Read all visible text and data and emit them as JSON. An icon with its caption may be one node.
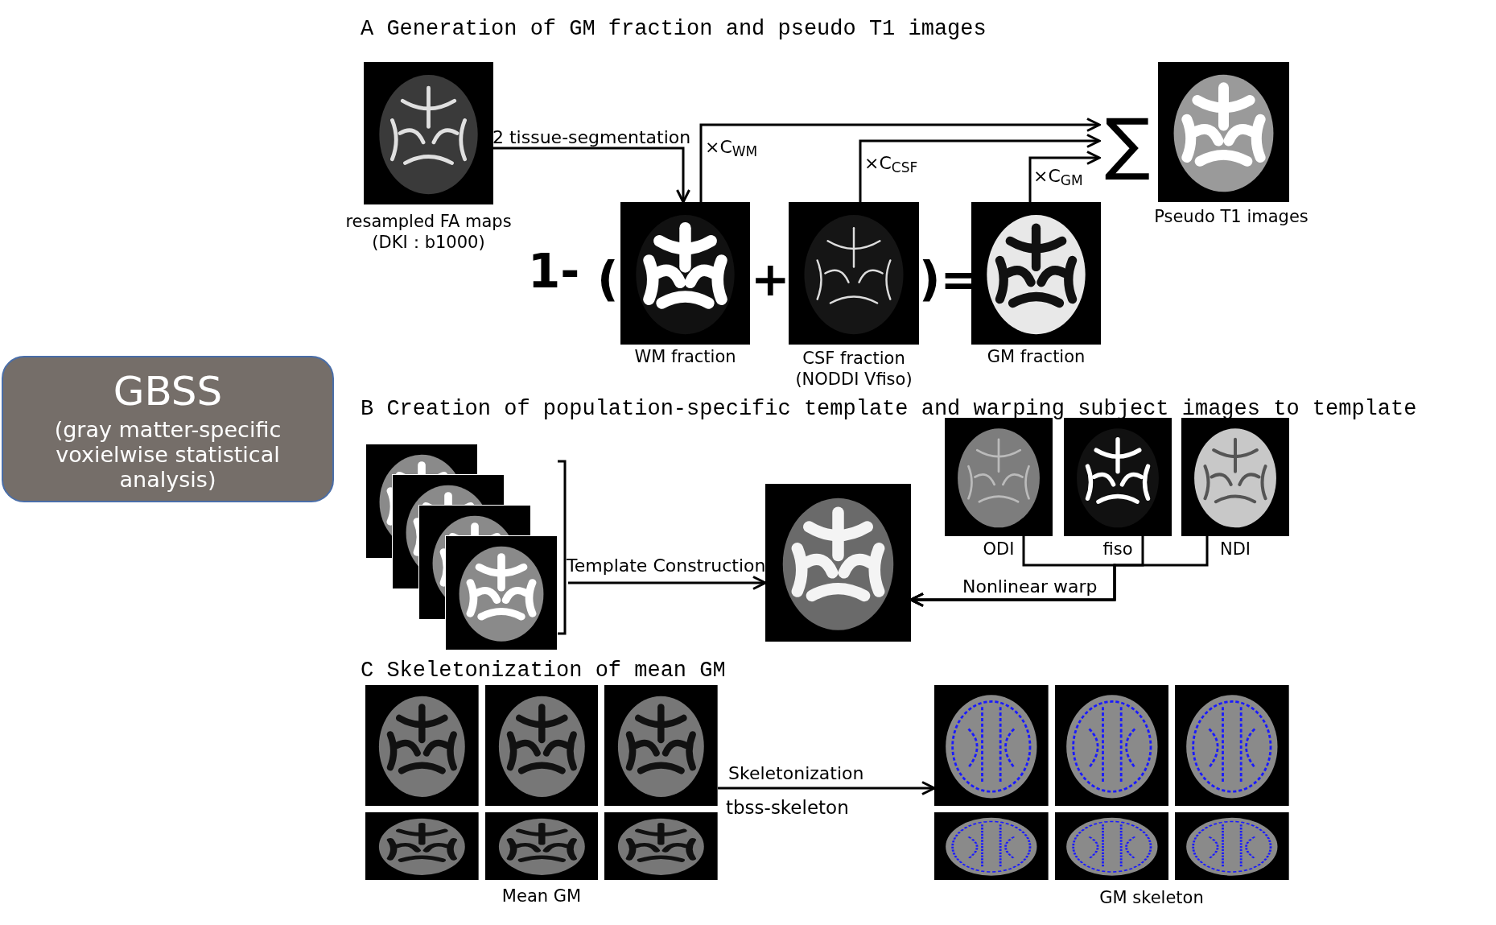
{
  "diagram": {
    "nodes": [
      {
        "text": [
          "GBSS",
          "(gray matter-specific voxielwise statistical analysis)"
        ]
      },
      {
        "text": [],
        "shape": "picture",
        "beside": [
          "resampled FA maps (DKI：b1000)"
        ]
      },
      {
        "text": [],
        "shape": "picture",
        "beside": [
          "WM fraction"
        ]
      },
      {
        "text": [],
        "shape": "picture",
        "beside": [
          "CSF fraction (NODDI Vfiso)"
        ]
      },
      {
        "text": [],
        "shape": "picture",
        "beside": [
          "GM fraction"
        ]
      },
      {
        "text": [
          "∑"
        ]
      },
      {
        "text": [],
        "shape": "picture",
        "beside": [
          "Pseudo T1 images"
        ]
      },
      {
        "text": [],
        "shape": "picture"
      },
      {
        "text": [],
        "shape": "picture"
      },
      {
        "text": [],
        "shape": "picture",
        "beside": [
          "ODI"
        ]
      },
      {
        "text": [],
        "shape": "picture",
        "beside": [
          "fiso"
        ]
      },
      {
        "text": [],
        "shape": "picture",
        "beside": [
          "NDI"
        ]
      },
      {
        "text": [],
        "shape": "picture",
        "beside": [
          "Mean GM"
        ]
      },
      {
        "text": [],
        "shape": "picture",
        "beside": [
          "GM skeleton"
        ]
      }
    ],
    "edges": [
      {
        "from": 1,
        "to": 2,
        "arrow": "to",
        "label": "2 tissue-segmentation"
      },
      {
        "from": 2,
        "to": 5,
        "arrow": "to",
        "label": "×C$_{WM}$"
      },
      {
        "from": 3,
        "to": 5,
        "arrow": "to",
        "label": "×C$_{CSF}$"
      },
      {
        "from": 4,
        "to": 5,
        "arrow": "to",
        "label": "×C$_{GM}$"
      },
      {
        "from": 7,
        "to": 8,
        "arrow": "to",
        "label": "Template Construction"
      },
      {
        "from": 9,
        "to": 8,
        "arrow": "to",
        "label": "Nonlinear warp"
      },
      {
        "from": 10,
        "to": 8,
        "arrow": "to"
      },
      {
        "from": 11,
        "to": 8,
        "arrow": "to"
      },
      {
        "from": 12,
        "to": 13,
        "arrow": "to",
        "label": "Skeletonization"
      }
    ],
    "labels": [
      "A Generation of GM fraction and pseudo T1 images",
      "1-",
      "(",
      "+",
      ")=",
      "B Creation of population-specific template and warping subject images to template",
      "C Skeletonization of mean GM",
      "tbss-skeleton"
    ]
  }
}
